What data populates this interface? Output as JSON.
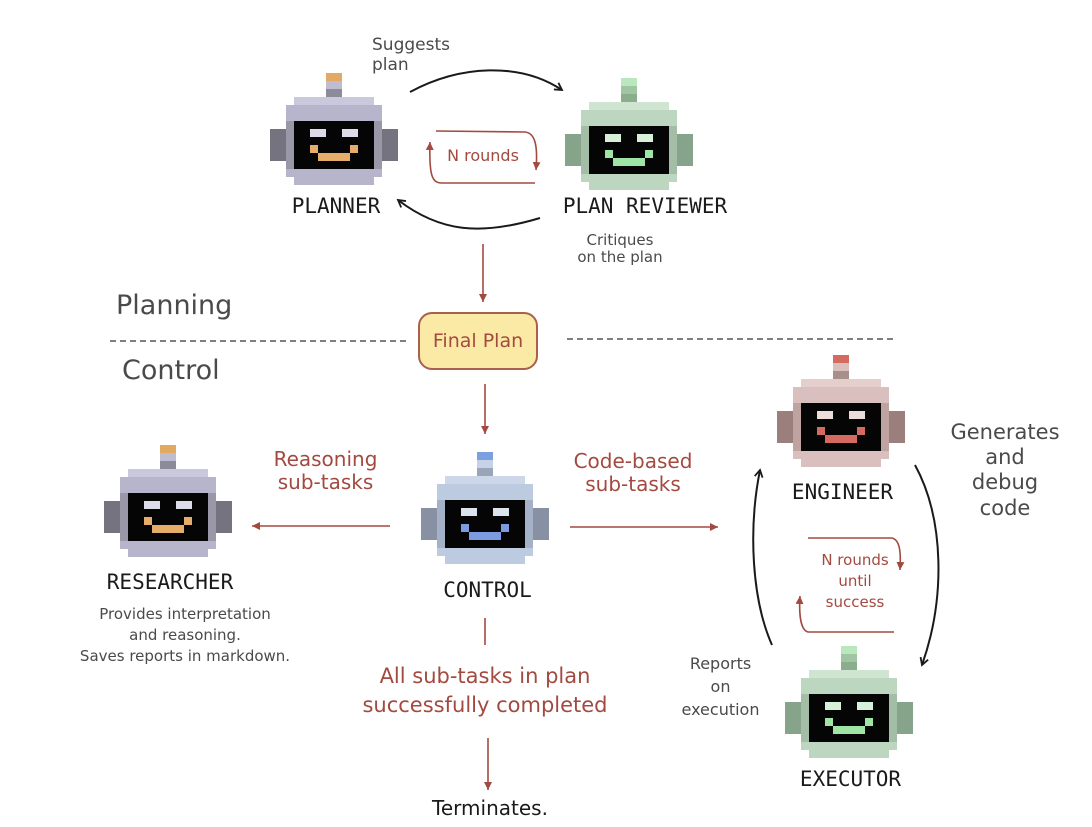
{
  "sections": {
    "planning": "Planning",
    "control": "Control"
  },
  "final_plan": "Final Plan",
  "agents": {
    "planner": {
      "name": "PLANNER",
      "colors": {
        "antenna_top": "#e2a962",
        "antenna_mid": "#bdbcd0",
        "antenna_base": "#8c8b99",
        "head": "#b7b5cc",
        "head_light": "#c9c8dc",
        "ear": "#75737f",
        "side": "#9a98a8",
        "screen": "#050505",
        "eyes": "#dcdbe8",
        "mouth": "#e6ad6a"
      }
    },
    "plan_reviewer": {
      "name": "PLAN REVIEWER",
      "colors": {
        "antenna_top": "#b9e8be",
        "antenna_mid": "#9fc5a3",
        "antenna_base": "#8aad8e",
        "head": "#bcd6bf",
        "head_light": "#cfe5d1",
        "ear": "#86a48a",
        "side": "#a3bda6",
        "screen": "#050505",
        "eyes": "#d8efd9",
        "mouth": "#9fe6a6"
      }
    },
    "researcher": {
      "name": "RESEARCHER",
      "description": "Provides interpretation\nand reasoning.\nSaves reports in markdown.",
      "colors": {
        "antenna_top": "#e2a962",
        "antenna_mid": "#bdbcd0",
        "antenna_base": "#8c8b99",
        "head": "#b7b5cc",
        "head_light": "#c9c8dc",
        "ear": "#75737f",
        "side": "#9a98a8",
        "screen": "#050505",
        "eyes": "#dcdbe8",
        "mouth": "#e6ad6a"
      }
    },
    "control": {
      "name": "CONTROL",
      "colors": {
        "antenna_top": "#7aa0e0",
        "antenna_mid": "#c6d3e6",
        "antenna_base": "#9aa6b8",
        "head": "#bccbe0",
        "head_light": "#ccd8ea",
        "ear": "#8791a3",
        "side": "#a4b1c6",
        "screen": "#050505",
        "eyes": "#dbe3ef",
        "mouth": "#7c9be0"
      }
    },
    "engineer": {
      "name": "ENGINEER",
      "colors": {
        "antenna_top": "#d46a60",
        "antenna_mid": "#d9bfbd",
        "antenna_base": "#a98f8c",
        "head": "#d9bfbd",
        "head_light": "#e4cfcd",
        "ear": "#9b7f7c",
        "side": "#bfa3a0",
        "screen": "#050505",
        "eyes": "#ecdcdb",
        "mouth": "#d46a60"
      }
    },
    "executor": {
      "name": "EXECUTOR",
      "colors": {
        "antenna_top": "#b9e8be",
        "antenna_mid": "#9fc5a3",
        "antenna_base": "#8aad8e",
        "head": "#bcd6bf",
        "head_light": "#cfe5d1",
        "ear": "#86a48a",
        "side": "#a3bda6",
        "screen": "#050505",
        "eyes": "#d8efd9",
        "mouth": "#9fe6a6"
      }
    }
  },
  "annotations": {
    "suggests_plan": "Suggests\nplan",
    "critiques": "Critiques\non the plan",
    "n_rounds": "N rounds",
    "reasoning_subtasks": "Reasoning\nsub-tasks",
    "code_subtasks": "Code-based\nsub-tasks",
    "generates_debug": "Generates\nand\ndebug\ncode",
    "n_rounds_until_success": "N rounds\nuntil\nsuccess",
    "reports_execution": "Reports\non\nexecution",
    "all_completed": "All sub-tasks in plan\nsuccessfully completed",
    "terminates": "Terminates."
  },
  "colors": {
    "accent_red": "#a34a40",
    "ink": "#1a1a1a",
    "final_plan_fill": "#fbeaa6",
    "final_plan_border": "#a9604f",
    "divider": "#555555"
  }
}
